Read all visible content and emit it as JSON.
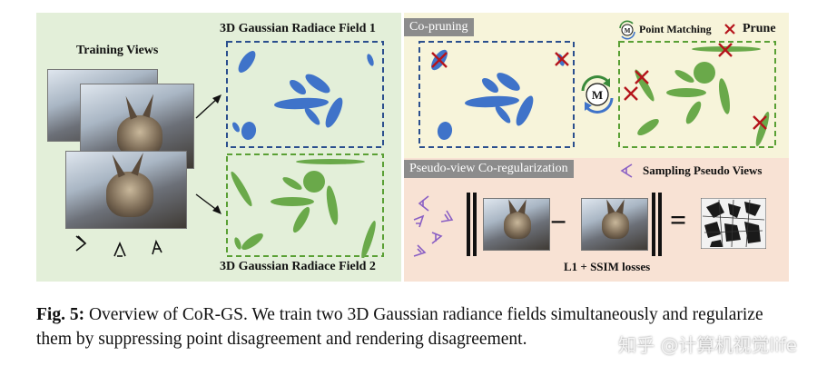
{
  "figure": {
    "training_views_label": "Training Views",
    "field1_label": "3D Gaussian Radiace Field 1",
    "field2_label": "3D Gaussian Radiace Field 2",
    "co_pruning_tag": "Co-pruning",
    "point_matching_label": "Point Matching",
    "prune_label": "Prune",
    "m_symbol": "M",
    "m_symbol_small": "M",
    "pseudo_tag": "Pseudo-view Co-regularization",
    "sampling_label": "Sampling Pseudo Views",
    "minus_symbol": "−",
    "equals_symbol": "=",
    "loss_label": "L1 + SSIM losses",
    "colors": {
      "left_bg": "#e3efd9",
      "top_right_bg": "#f7f4da",
      "bottom_right_bg": "#f8e2d4",
      "blue": "#3f73c9",
      "green": "#6aa94a",
      "blue_dash": "#2b4f8e",
      "green_dash": "#5aa035",
      "prune_red": "#b5141b",
      "pseudo_purple": "#8a5fc4"
    }
  },
  "caption": {
    "fig_label": "Fig. 5:",
    "text": " Overview of CoR-GS. We train two 3D Gaussian radiance fields simultaneously and regularize them by suppressing point disagreement and rendering disagreement."
  },
  "watermark": "知乎 @计算机视觉life"
}
